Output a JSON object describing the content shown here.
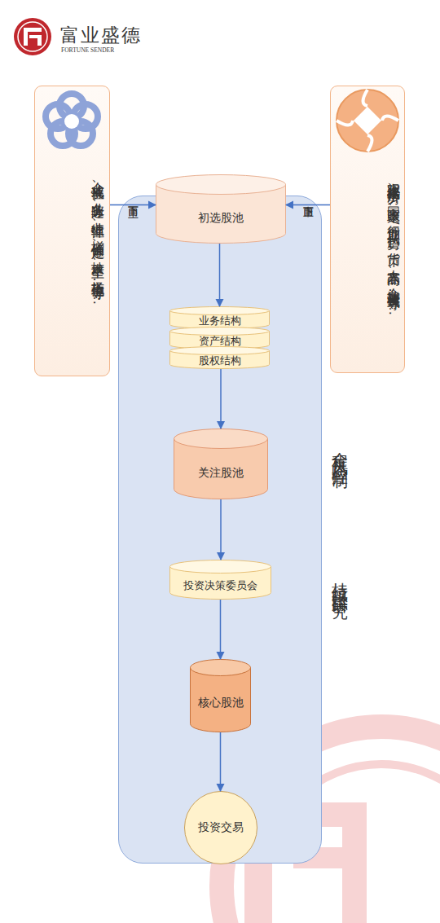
{
  "diagram": {
    "nodes": [
      {
        "text": [
          "企业成长性、业务边际、业绩弹性、增长确定性、技术壁垒、市场地位等等……"
        ]
      },
      {
        "text": [
          "宏观政治经济形势、国家政策、行业周期/趋势、货币、大宗商品、企业运营模式等等……"
        ]
      },
      {
        "text": [
          "全程风险控制",
          "持续跟踪研究"
        ]
      },
      {
        "text": [
          "初选股池"
        ],
        "in": 2
      },
      {
        "text": [
          "业务结构"
        ],
        "in": 2
      },
      {
        "text": [
          "资产结构"
        ],
        "in": 2
      },
      {
        "text": [
          "股权结构"
        ],
        "in": 2
      },
      {
        "text": [
          "关注股池"
        ],
        "in": 2
      },
      {
        "text": [
          "投资决策委员会"
        ],
        "in": 2
      },
      {
        "text": [
          "核心股池"
        ],
        "in": 2
      },
      {
        "text": [
          "投资交易"
        ],
        "in": 2
      }
    ],
    "edges": [
      {
        "from": 0,
        "to": 3,
        "label": "自下而上",
        "arrow": "to"
      },
      {
        "from": 1,
        "to": 3,
        "label": "自上而下",
        "arrow": "to"
      },
      {
        "from": 3,
        "to": 4,
        "arrow": "to"
      },
      {
        "from": 6,
        "to": 7,
        "arrow": "to"
      },
      {
        "from": 7,
        "to": 8,
        "arrow": "to"
      },
      {
        "from": 8,
        "to": 9,
        "arrow": "to"
      },
      {
        "from": 9,
        "to": 10,
        "arrow": "to"
      }
    ],
    "labels": [
      "富业盛德",
      "FORTUNE SENDER"
    ]
  }
}
